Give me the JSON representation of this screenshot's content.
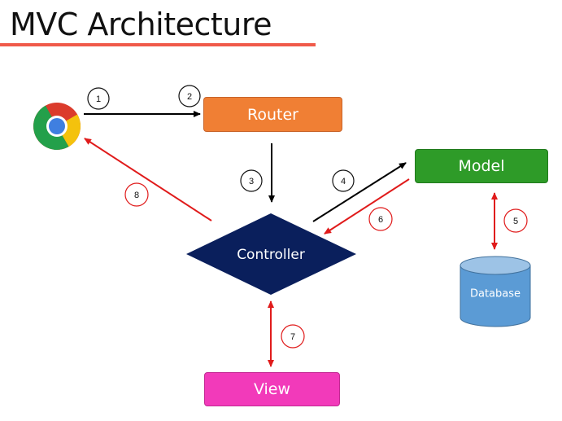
{
  "title": "MVC Architecture",
  "nodes": {
    "router": "Router",
    "controller": "Controller",
    "model": "Model",
    "view": "View",
    "database": "Database"
  },
  "steps": [
    "1",
    "2",
    "3",
    "4",
    "5",
    "6",
    "7",
    "8"
  ],
  "colors": {
    "title_underline": "#f05a4a",
    "router": "#f07f34",
    "model": "#2e9b28",
    "view": "#f23aba",
    "controller": "#0a1f5c",
    "database": "#5b9bd5",
    "request_arrow": "#000000",
    "response_arrow": "#e01b1b"
  },
  "icons": {
    "browser": "chrome-browser-icon"
  }
}
